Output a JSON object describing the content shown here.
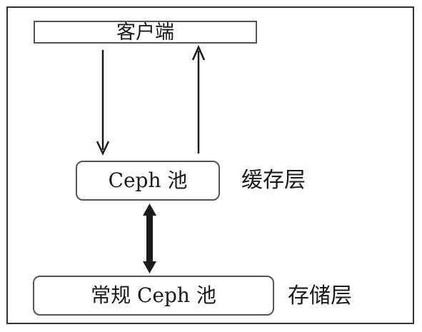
{
  "diagram": {
    "client_label": "客户端",
    "cache_pool_label": "Ceph 池",
    "cache_tier_label": "缓存层",
    "storage_pool_label": "常规 Ceph 池",
    "storage_tier_label": "存储层"
  },
  "colors": {
    "frame": "#333333",
    "box_border": "#555555",
    "arrow": "#1a1a1a"
  }
}
